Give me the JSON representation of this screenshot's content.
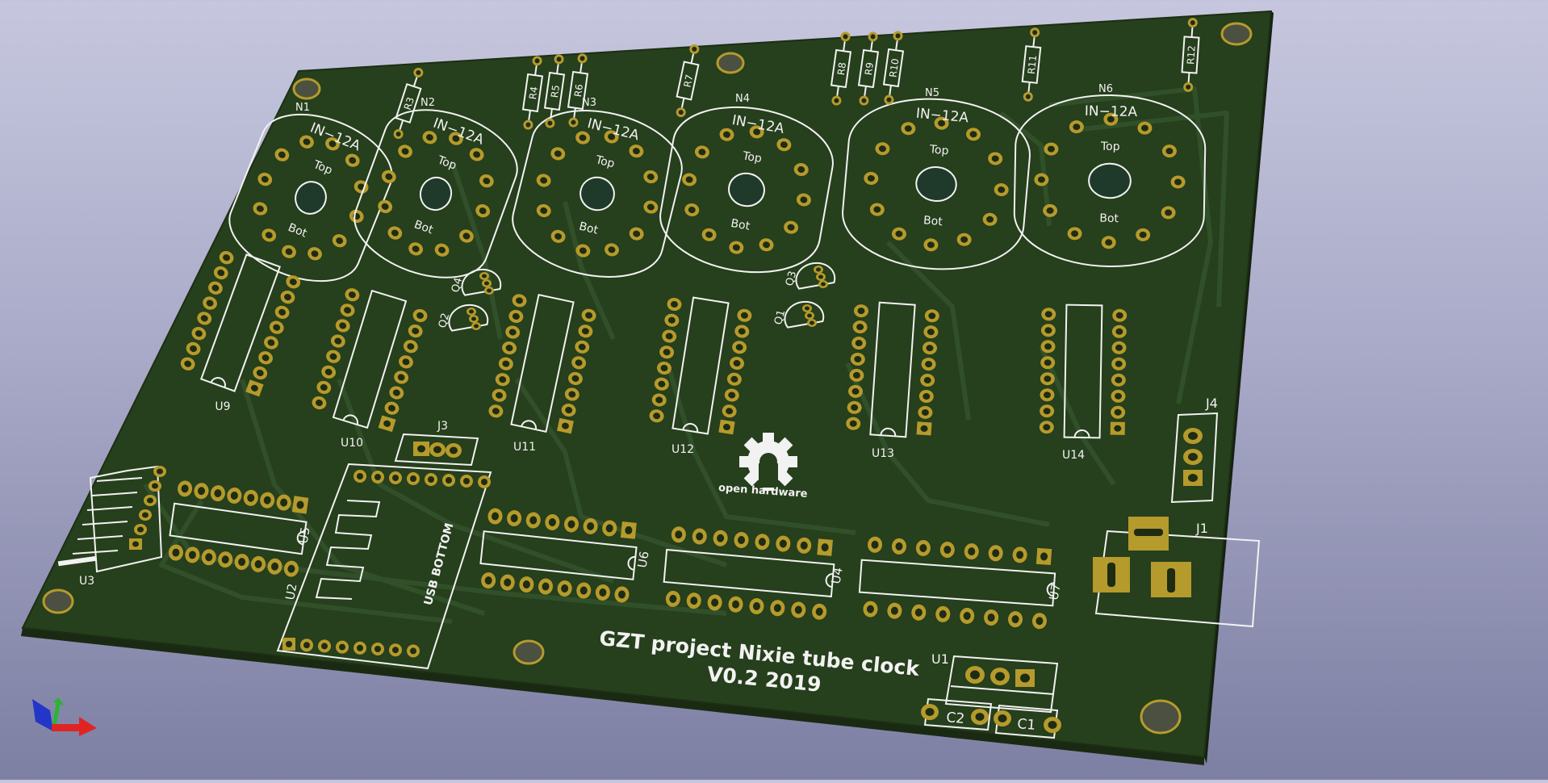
{
  "viewer": {
    "mode": "3D board view"
  },
  "colors": {
    "board": "#263f1c",
    "board_edge": "#1a2a12",
    "pad": "#b59a2c",
    "pad_hole": "#1e2c12",
    "silk": "#f2f2f2",
    "trace": "#2f4b21"
  },
  "board": {
    "title_line1": "GZT project Nixie tube clock",
    "title_line2": "V0.2 2019",
    "logo_label": "open hardware",
    "usb_label": "USB BOTTOM"
  },
  "tubes": [
    {
      "ref": "N1",
      "model": "IN−12A",
      "top": "Top",
      "bot": "Bot"
    },
    {
      "ref": "N2",
      "model": "IN−12A",
      "top": "Top",
      "bot": "Bot"
    },
    {
      "ref": "N3",
      "model": "IN−12A",
      "top": "Top",
      "bot": "Bot"
    },
    {
      "ref": "N4",
      "model": "IN−12A",
      "top": "Top",
      "bot": "Bot"
    },
    {
      "ref": "N5",
      "model": "IN−12A",
      "top": "Top",
      "bot": "Bot"
    },
    {
      "ref": "N6",
      "model": "IN−12A",
      "top": "Top",
      "bot": "Bot"
    }
  ],
  "resistors": [
    "R3",
    "R4",
    "R5",
    "R6",
    "R7",
    "R8",
    "R9",
    "R10",
    "R11",
    "R12"
  ],
  "transistors": [
    "Q4",
    "Q2",
    "Q3",
    "Q1"
  ],
  "drivers": [
    "U9",
    "U10",
    "U11",
    "U12",
    "U13",
    "U14"
  ],
  "ics_lower": [
    "U5",
    "U6",
    "U4",
    "U7"
  ],
  "connectors": [
    "J3",
    "J4",
    "J1"
  ],
  "misc_refs": {
    "u3": "U3",
    "u2": "U2",
    "u1": "U1",
    "c1": "C1",
    "c2": "C2"
  }
}
